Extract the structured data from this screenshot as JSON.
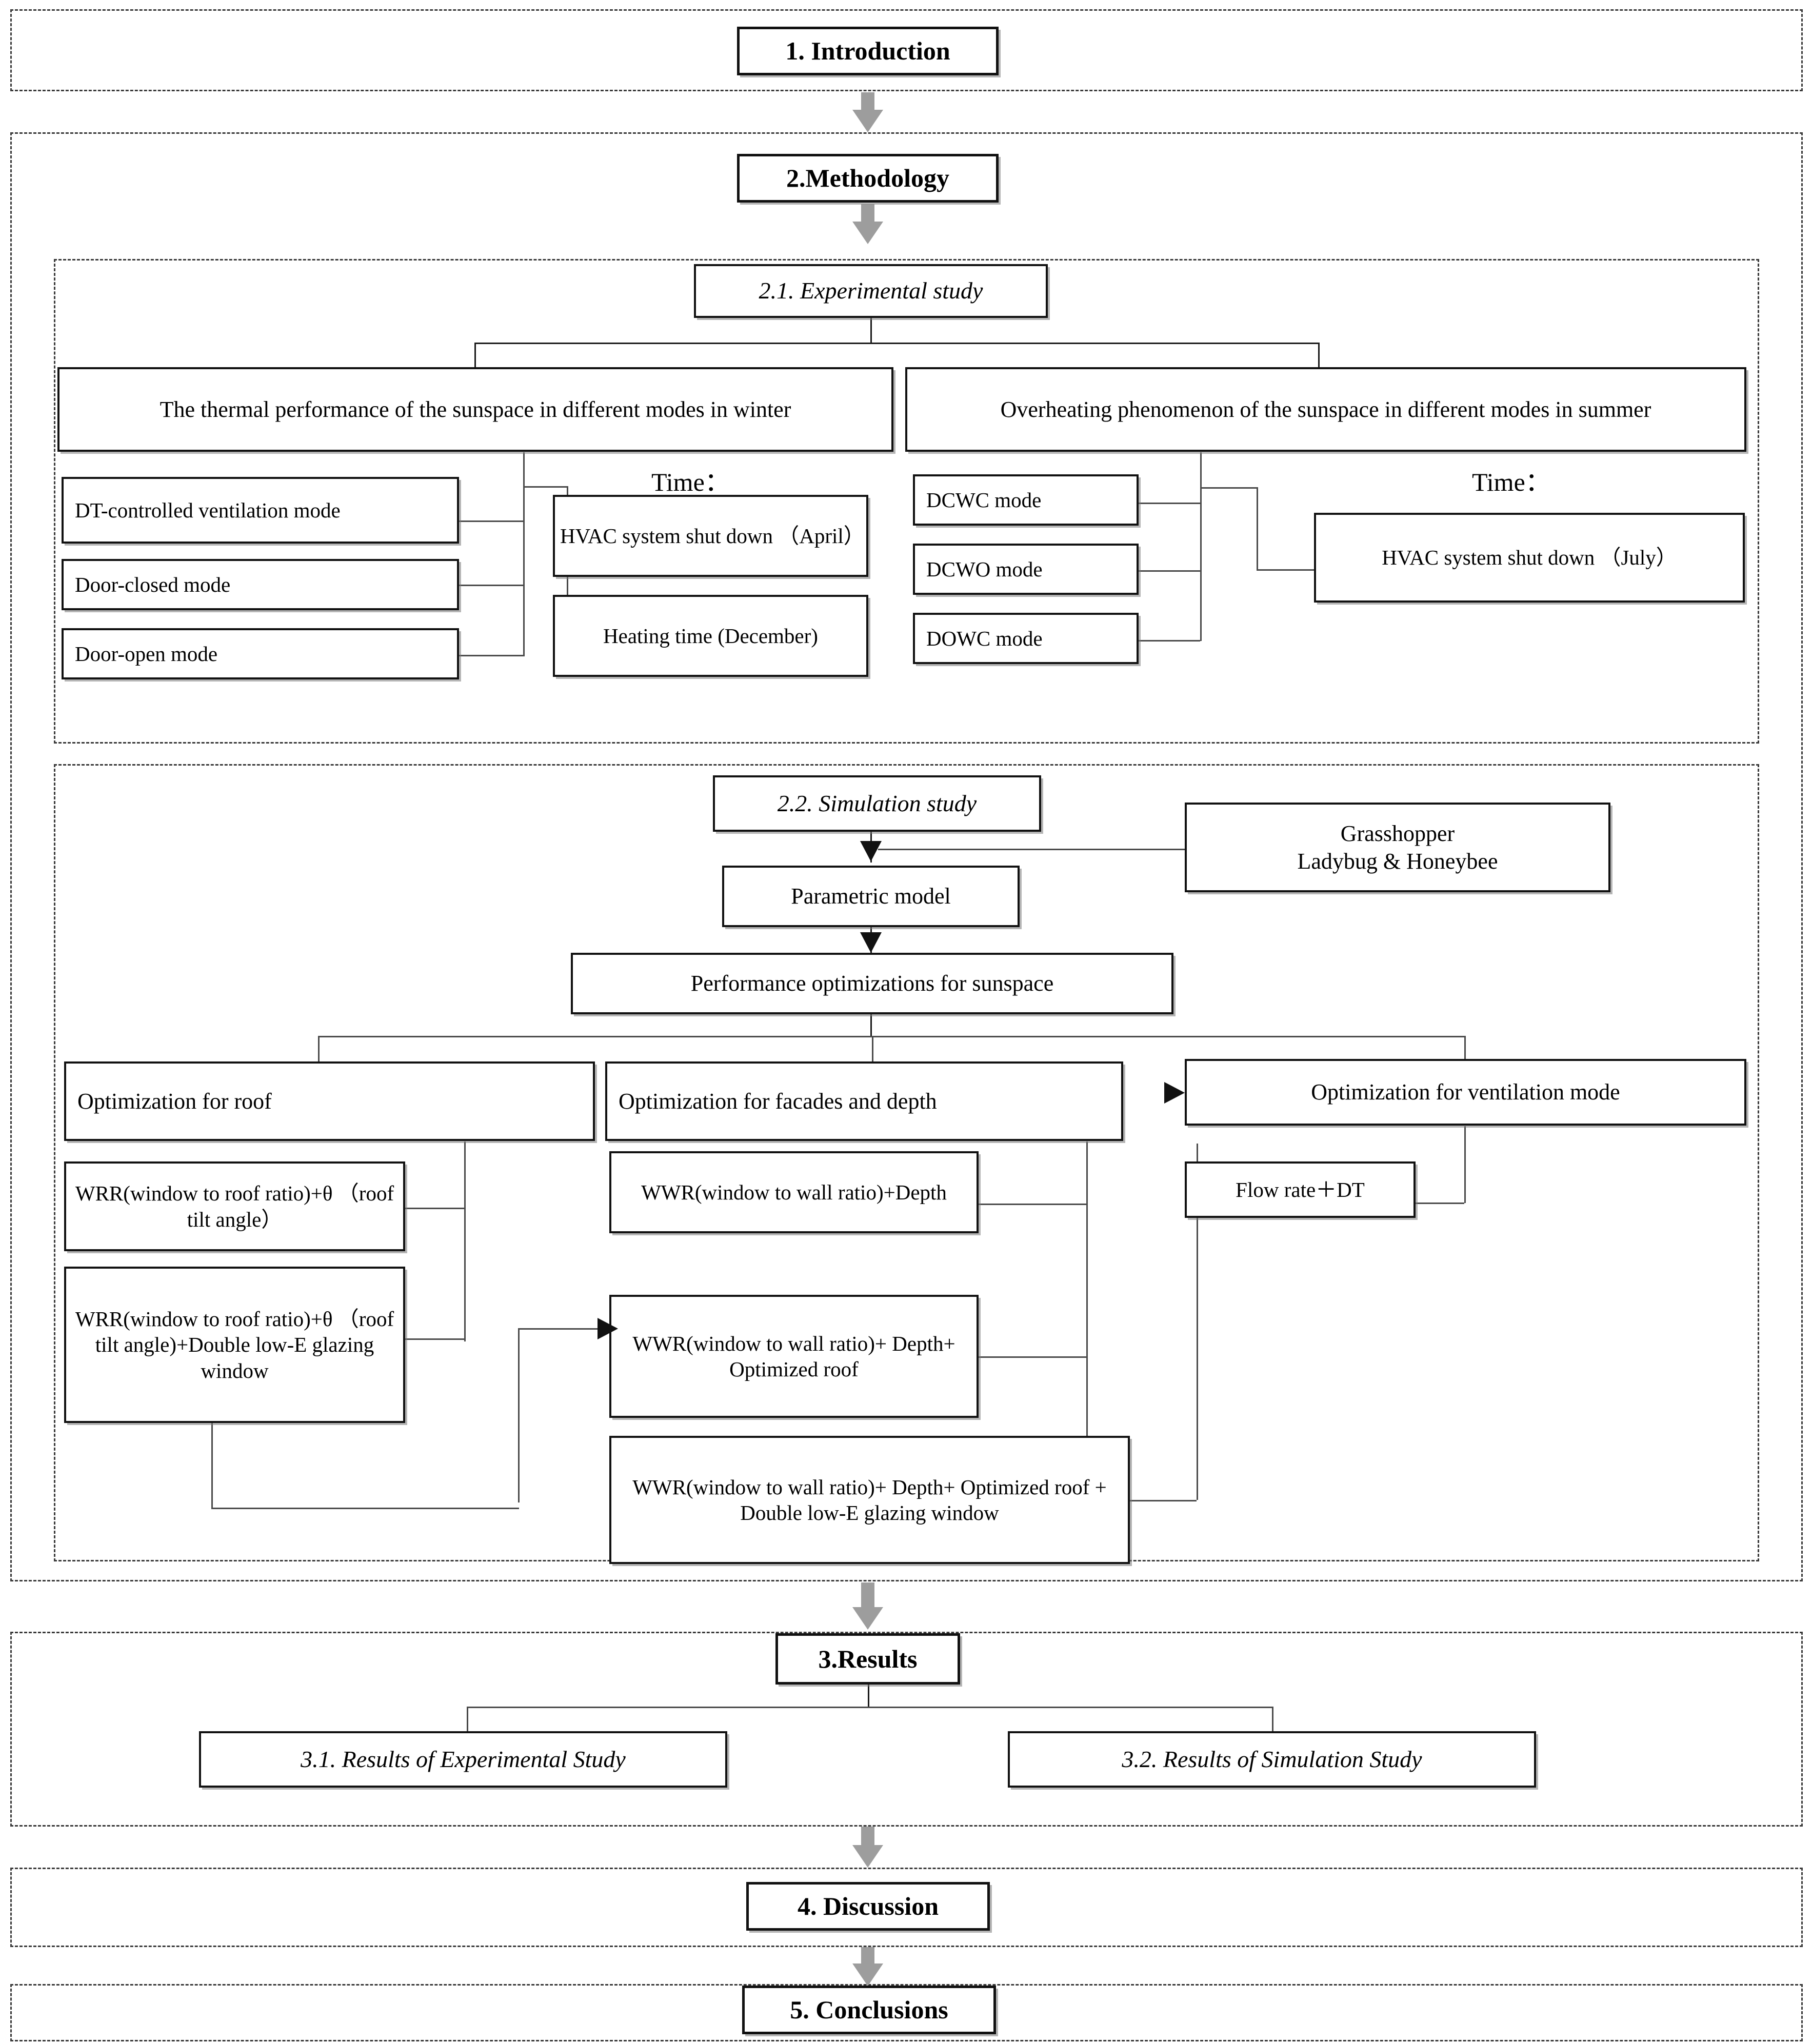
{
  "stages": {
    "introduction": "1. Introduction",
    "methodology": "2.Methodology",
    "results": "3.Results",
    "discussion": "4. Discussion",
    "conclusions": "5. Conclusions"
  },
  "experimental": {
    "heading": "2.1. Experimental study",
    "winter": {
      "title": "The thermal performance of the sunspace in different modes in winter",
      "modes": [
        "DT-controlled ventilation mode",
        "Door-closed mode",
        "Door-open mode"
      ],
      "time_label": "Time：",
      "times": [
        "HVAC system shut down （April）",
        "Heating time (December)"
      ]
    },
    "summer": {
      "title": "Overheating phenomenon of the sunspace in different modes in summer",
      "modes": [
        "DCWC mode",
        "DCWO mode",
        "DOWC mode"
      ],
      "time_label": "Time：",
      "times": [
        "HVAC system shut down （July）"
      ]
    }
  },
  "simulation": {
    "heading": "2.2. Simulation study",
    "tools": "Grasshopper\nLadybug & Honeybee",
    "tools_line1": "Grasshopper",
    "tools_line2": "Ladybug & Honeybee",
    "parametric_model": "Parametric model",
    "performance": "Performance optimizations for sunspace",
    "roof": {
      "title": "Optimization for roof",
      "items": [
        "WRR(window to roof ratio)+θ （roof tilt angle）",
        "WRR(window to roof ratio)+θ （roof tilt angle)+Double low-E glazing window"
      ]
    },
    "facades": {
      "title": "Optimization for facades and depth",
      "items": [
        "WWR(window to wall ratio)+Depth",
        "WWR(window to wall ratio)+ Depth+ Optimized roof",
        "WWR(window to wall ratio)+ Depth+ Optimized roof + Double low-E glazing window"
      ]
    },
    "ventilation": {
      "title": "Optimization for ventilation mode",
      "items": [
        "Flow rate＋DT"
      ]
    }
  },
  "results": {
    "experimental": "3.1. Results of Experimental Study",
    "simulation": "3.2.  Results of Simulation Study"
  },
  "colors": {
    "border": "#111111",
    "connector": "#4a4a4a",
    "arrow": "#9d9d9d",
    "dashed": "#3a3a3a",
    "background": "#ffffff"
  }
}
